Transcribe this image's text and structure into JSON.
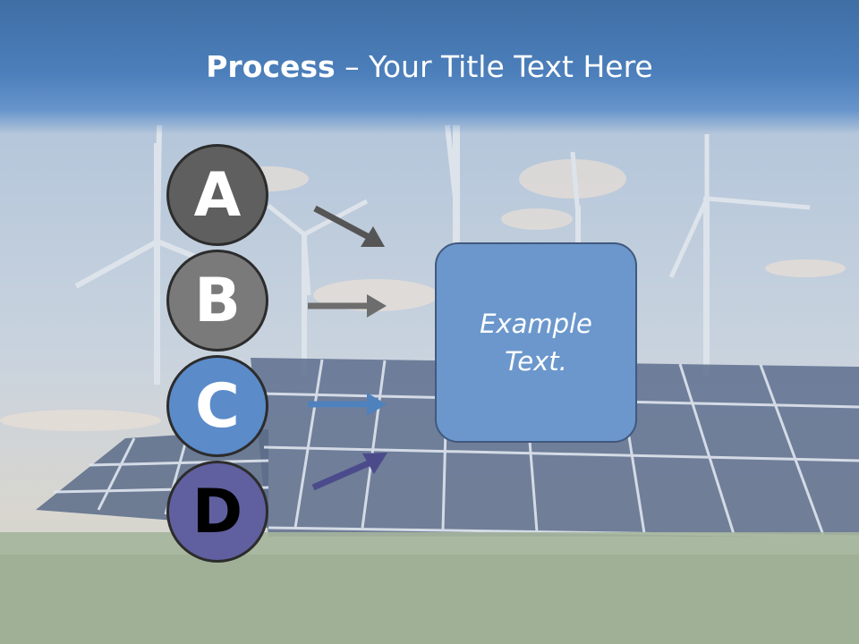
{
  "slide": {
    "title_bold": "Process",
    "title_rest": " – Your Title Text Here"
  },
  "steps": [
    {
      "letter": "A",
      "color": "#5f5f5f"
    },
    {
      "letter": "B",
      "color": "#7a7a7a"
    },
    {
      "letter": "C",
      "color": "#5b8bc9"
    },
    {
      "letter": "D",
      "color": "#6060a0"
    }
  ],
  "box": {
    "text": "Example Text.",
    "color": "#6b97cc"
  },
  "arrow_colors": [
    "#555555",
    "#6d6d6d",
    "#4f81bd",
    "#4b4b8c"
  ],
  "background": {
    "theme": "solar panels and wind turbines"
  }
}
